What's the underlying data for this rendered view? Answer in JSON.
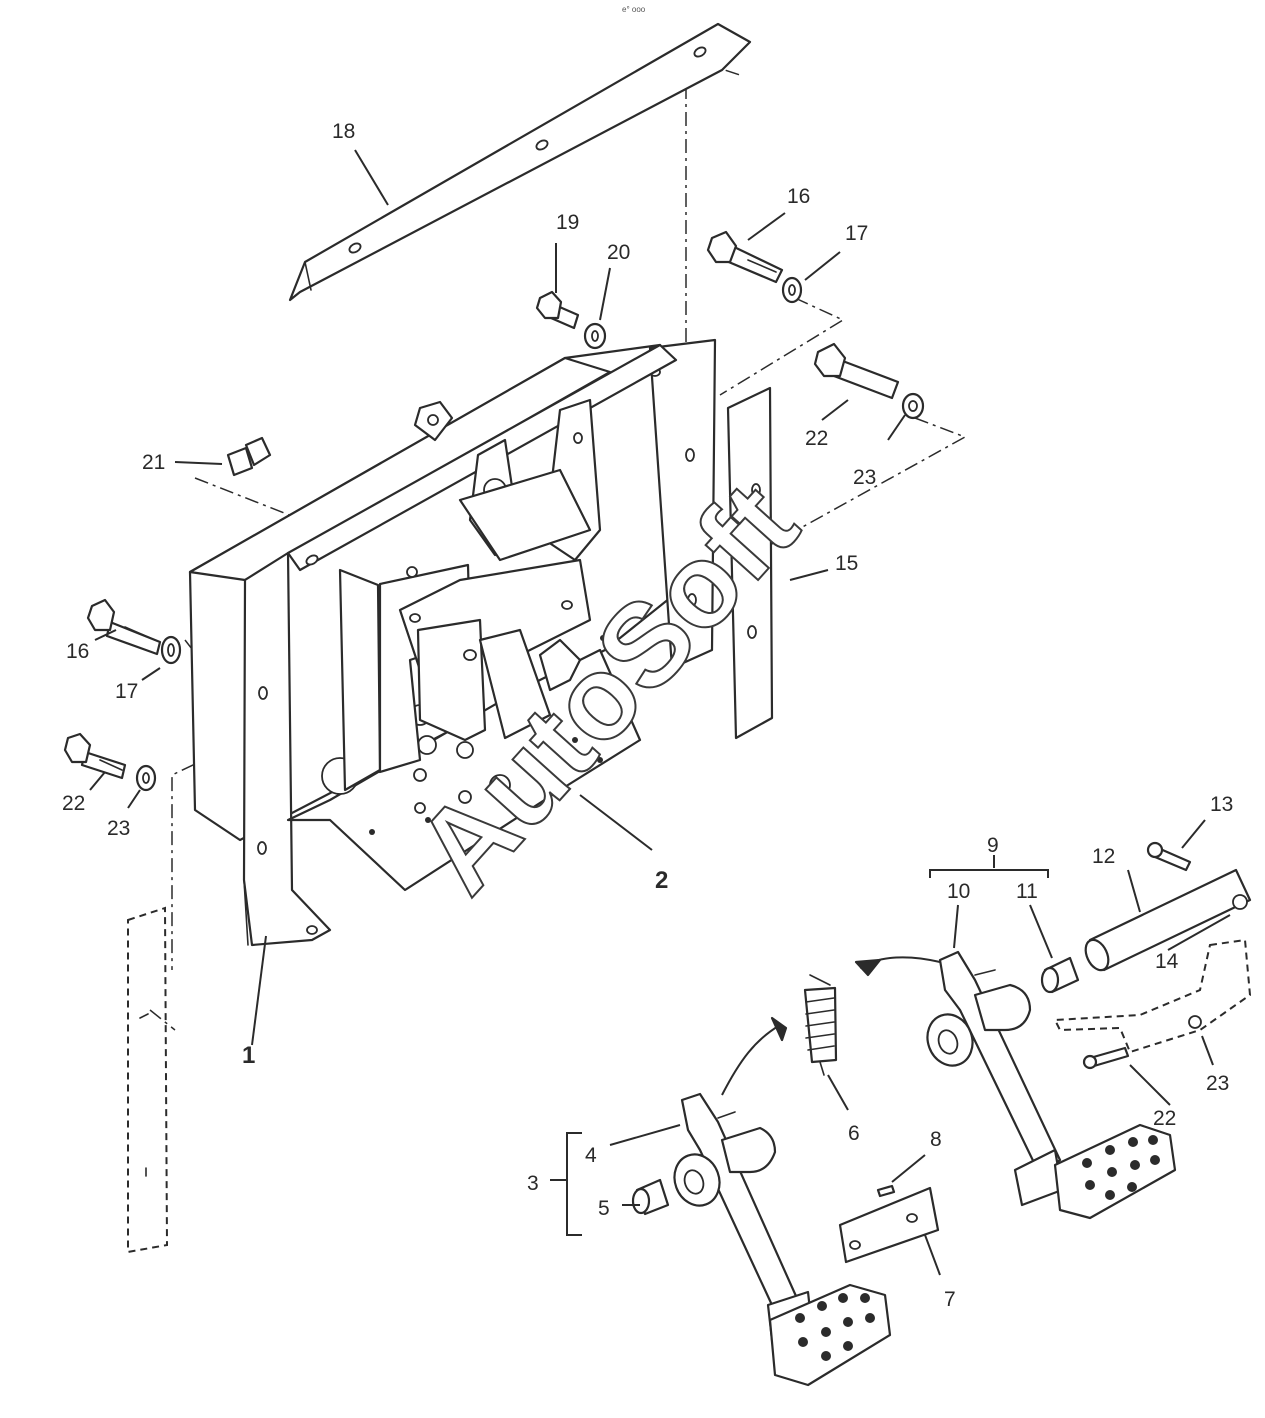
{
  "header_mark": "e° ooo",
  "watermark": "AutoSoft",
  "callouts": [
    {
      "id": "c18",
      "label": "18"
    },
    {
      "id": "c19",
      "label": "19"
    },
    {
      "id": "c20",
      "label": "20"
    },
    {
      "id": "c16a",
      "label": "16"
    },
    {
      "id": "c17a",
      "label": "17"
    },
    {
      "id": "c22a",
      "label": "22"
    },
    {
      "id": "c23a",
      "label": "23"
    },
    {
      "id": "c21",
      "label": "21"
    },
    {
      "id": "c15",
      "label": "15"
    },
    {
      "id": "c16b",
      "label": "16"
    },
    {
      "id": "c17b",
      "label": "17"
    },
    {
      "id": "c22b",
      "label": "22"
    },
    {
      "id": "c23b",
      "label": "23"
    },
    {
      "id": "c2",
      "label": "2"
    },
    {
      "id": "c1",
      "label": "1"
    },
    {
      "id": "c9",
      "label": "9"
    },
    {
      "id": "c10",
      "label": "10"
    },
    {
      "id": "c11",
      "label": "11"
    },
    {
      "id": "c12",
      "label": "12"
    },
    {
      "id": "c13",
      "label": "13"
    },
    {
      "id": "c14",
      "label": "14"
    },
    {
      "id": "c6",
      "label": "6"
    },
    {
      "id": "c22c",
      "label": "22"
    },
    {
      "id": "c23c",
      "label": "23"
    },
    {
      "id": "c8",
      "label": "8"
    },
    {
      "id": "c4",
      "label": "4"
    },
    {
      "id": "c3",
      "label": "3"
    },
    {
      "id": "c5",
      "label": "5"
    },
    {
      "id": "c7",
      "label": "7"
    }
  ]
}
